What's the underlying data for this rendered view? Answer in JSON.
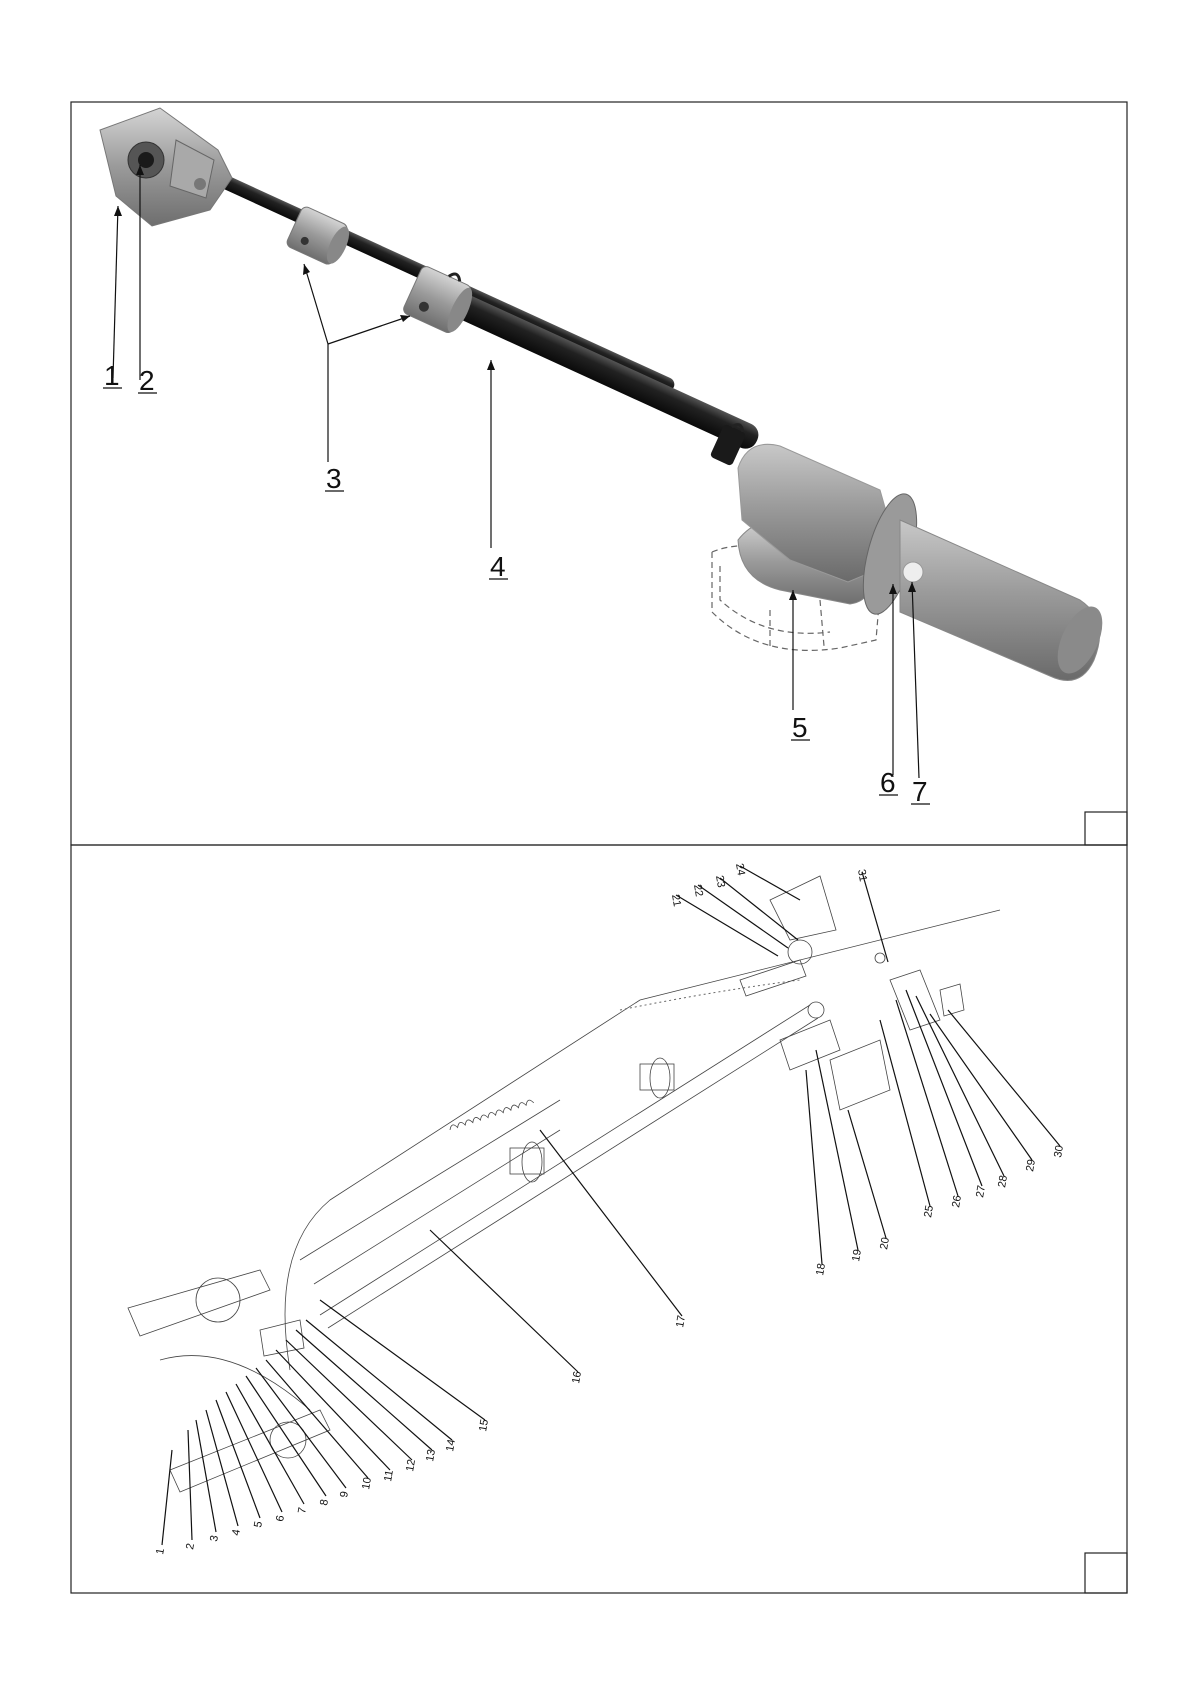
{
  "top_panel": {
    "callouts": [
      {
        "id": "c1",
        "label": "1"
      },
      {
        "id": "c2",
        "label": "2"
      },
      {
        "id": "c3",
        "label": "3"
      },
      {
        "id": "c4",
        "label": "4"
      },
      {
        "id": "c5",
        "label": "5"
      },
      {
        "id": "c6",
        "label": "6"
      },
      {
        "id": "c7",
        "label": "7"
      }
    ]
  },
  "bottom_panel": {
    "callouts": [
      {
        "id": "e1",
        "label": "1"
      },
      {
        "id": "e2",
        "label": "2"
      },
      {
        "id": "e3",
        "label": "3"
      },
      {
        "id": "e4",
        "label": "4"
      },
      {
        "id": "e5",
        "label": "5"
      },
      {
        "id": "e6",
        "label": "6"
      },
      {
        "id": "e7",
        "label": "7"
      },
      {
        "id": "e8",
        "label": "8"
      },
      {
        "id": "e9",
        "label": "9"
      },
      {
        "id": "e10",
        "label": "10"
      },
      {
        "id": "e11",
        "label": "11"
      },
      {
        "id": "e12",
        "label": "12"
      },
      {
        "id": "e13",
        "label": "13"
      },
      {
        "id": "e14",
        "label": "14"
      },
      {
        "id": "e15",
        "label": "15"
      },
      {
        "id": "e16",
        "label": "16"
      },
      {
        "id": "e17",
        "label": "17"
      },
      {
        "id": "e18",
        "label": "18"
      },
      {
        "id": "e19",
        "label": "19"
      },
      {
        "id": "e20",
        "label": "20"
      },
      {
        "id": "e21",
        "label": "21"
      },
      {
        "id": "e22",
        "label": "22"
      },
      {
        "id": "e23",
        "label": "23"
      },
      {
        "id": "e24",
        "label": "24"
      },
      {
        "id": "e25",
        "label": "25"
      },
      {
        "id": "e26",
        "label": "26"
      },
      {
        "id": "e27",
        "label": "27"
      },
      {
        "id": "e28",
        "label": "28"
      },
      {
        "id": "e29",
        "label": "29"
      },
      {
        "id": "e30",
        "label": "30"
      },
      {
        "id": "e31",
        "label": "31"
      }
    ]
  }
}
